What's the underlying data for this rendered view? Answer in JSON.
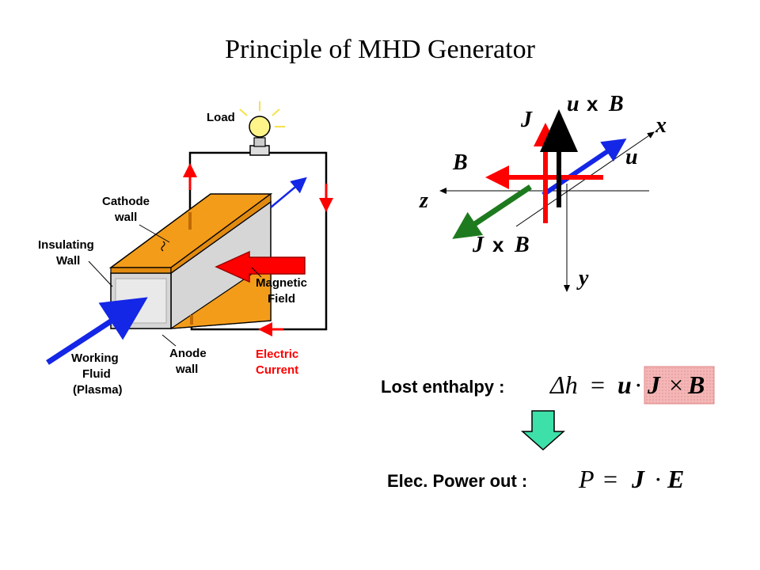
{
  "title": "Principle of MHD Generator",
  "labels": {
    "load": "Load",
    "cathode_1": "Cathode",
    "cathode_2": "wall",
    "insulating_1": "Insulating",
    "insulating_2": "Wall",
    "magnetic_1": "Magnetic",
    "magnetic_2": "Field",
    "anode_1": "Anode",
    "anode_2": "wall",
    "working_1": "Working",
    "working_2": "Fluid",
    "working_3": "(Plasma)",
    "current_1": "Electric",
    "current_2": "Current"
  },
  "vectors": {
    "J": "J",
    "uxB_u": "u",
    "uxB_x": "x",
    "uxB_B": "B",
    "x_axis": "x",
    "u": "u",
    "B": "B",
    "z_axis": "z",
    "JxB_J": "J",
    "JxB_x": "x",
    "JxB_B": "B",
    "y_axis": "y"
  },
  "equations": {
    "lost_label": "Lost enthalpy :",
    "lost_lhs": "Δh",
    "lost_eq": "=",
    "lost_u": "u",
    "lost_dot": "·",
    "lost_J": "J",
    "lost_cross": "×",
    "lost_B": "B",
    "power_label": "Elec. Power out :",
    "power_lhs": "P",
    "power_eq": "=",
    "power_J": "J",
    "power_dot": "·",
    "power_E": "E"
  },
  "colors": {
    "plate": "#f39c1a",
    "side": "#d6d6d6",
    "red": "#ff0000",
    "blue": "#1426e6",
    "green": "#1e7a1e",
    "highlight": "#f4b6b6",
    "down_arrow": "#3de0a8"
  }
}
